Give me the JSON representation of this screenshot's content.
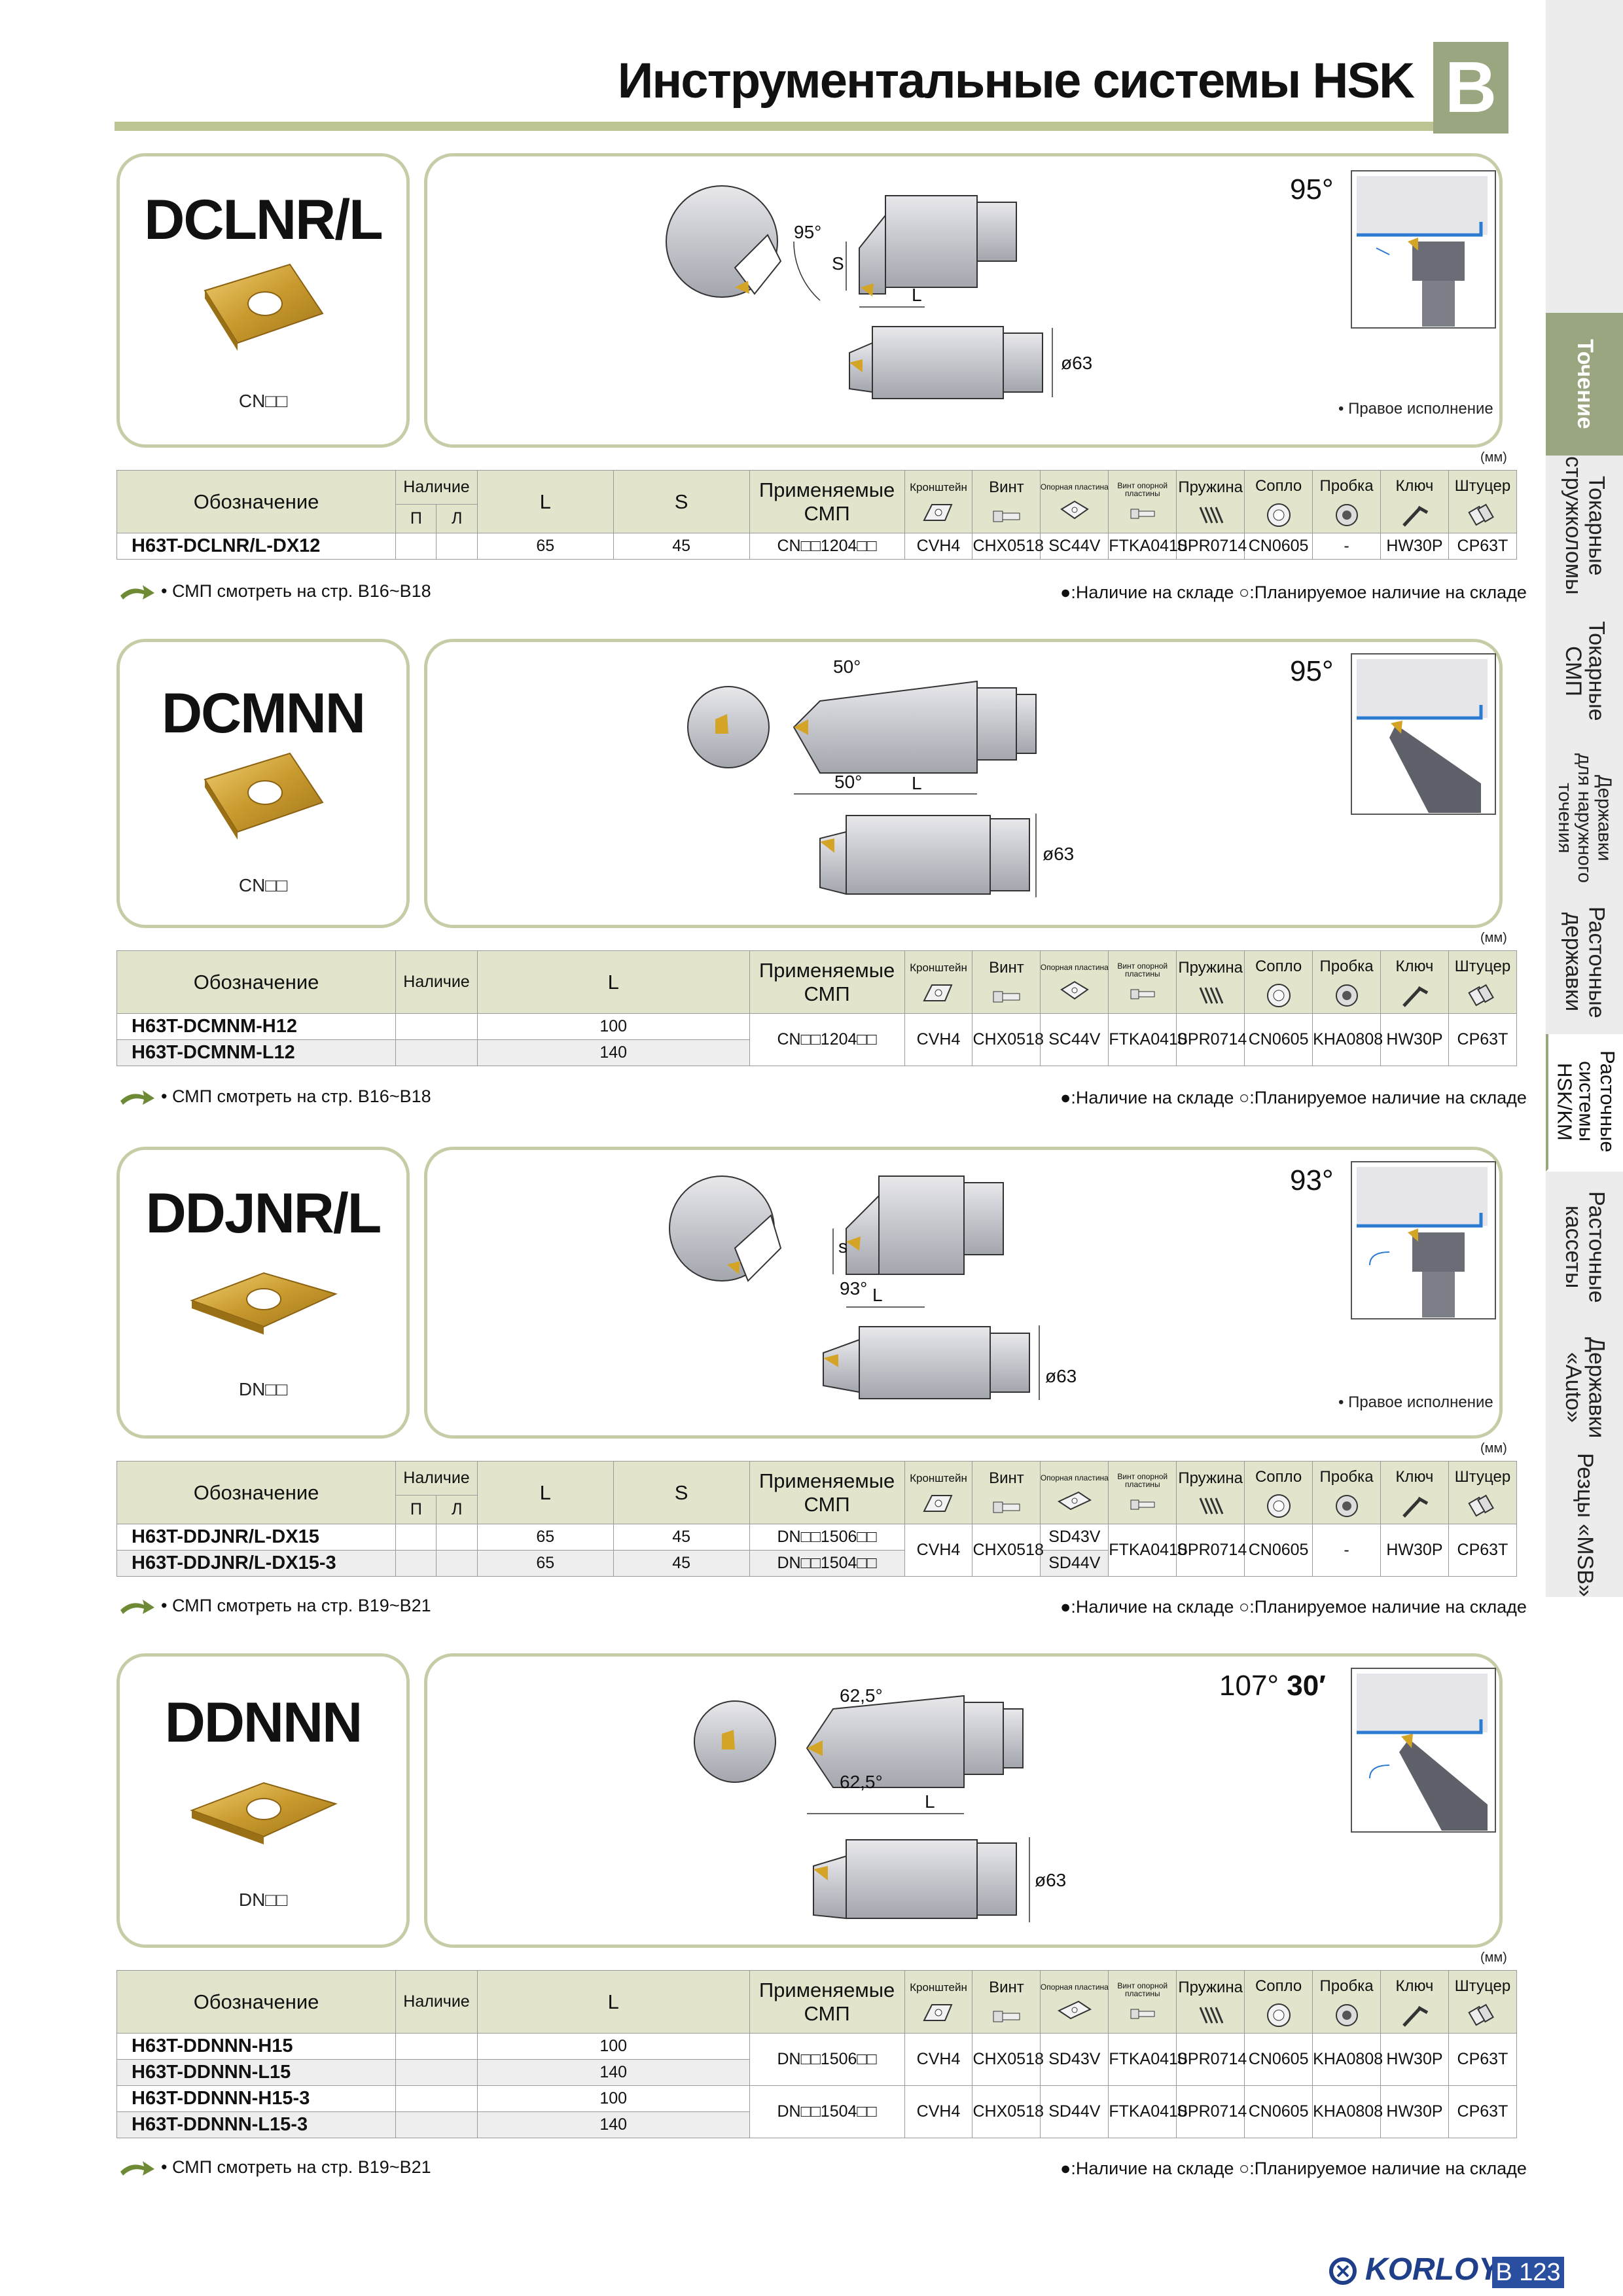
{
  "header": {
    "title": "Инструментальные системы HSK",
    "section_letter": "B"
  },
  "side_tabs": [
    {
      "label": "Точение",
      "active": true
    },
    {
      "label": "Токарные\nстружколомы"
    },
    {
      "label": "Токарные\nСМП"
    },
    {
      "label": "Державки\nдля наружного\nточения"
    },
    {
      "label": "Расточные\nдержавки"
    },
    {
      "label": "Расточные\nсистемы\nHSK/KM",
      "current": true
    },
    {
      "label": "Расточные\nкассеты"
    },
    {
      "label": "Державки\n«Auto»"
    },
    {
      "label": "Резцы «MSB»"
    }
  ],
  "common": {
    "unit": "(мм)",
    "rh_note": "• Правое исполнение",
    "legend": ":Наличие на складе  :Планируемое наличие на складе",
    "legend_part1": ":Наличие на складе ",
    "legend_part2": ":Планируемое наличие на складе",
    "diameter": "ø63",
    "dim_L": "L",
    "dim_S": "S",
    "dim_s": "s",
    "h_designation": "Обозначение",
    "h_availability": "Наличие",
    "h_avail_P": "П",
    "h_avail_L": "Л",
    "h_L": "L",
    "h_S": "S",
    "h_inserts": "Применяемые СМП",
    "parts": {
      "bracket": "Кронштейн",
      "screw": "Винт",
      "shim": "Опорная пластина",
      "shim_screw": "Винт опорной пластины",
      "spring": "Пружина",
      "nozzle": "Сопло",
      "plug": "Пробка",
      "key": "Ключ",
      "fitting": "Штуцер"
    }
  },
  "sections": [
    {
      "code": "DCLNR/L",
      "insert": "CN□□",
      "angle": "95°",
      "dim_angle": "95°",
      "note": "• СМП смотреть на стр. B16~B18",
      "rows": [
        {
          "designation": "H63T-DCLNR/L-DX12",
          "L": "65",
          "S": "45",
          "insert": "CN□□1204□□",
          "bracket": "CVH4",
          "screw": "CHX0518",
          "shim": "SC44V",
          "shim_screw": "FTKA0410",
          "spring": "SPR0714",
          "nozzle": "CN0605",
          "plug": "-",
          "key": "HW30P",
          "fitting": "CP63T"
        }
      ]
    },
    {
      "code": "DCMNN",
      "insert": "CN□□",
      "angle": "95°",
      "dim_angle_top": "50°",
      "dim_angle_bottom": "50°",
      "note": "• СМП смотреть на стр. B16~B18",
      "rows": [
        {
          "designation": "H63T-DCMNM-H12",
          "L": "100"
        },
        {
          "designation": "H63T-DCMNM-L12",
          "L": "140"
        }
      ],
      "shared": {
        "insert": "CN□□1204□□",
        "bracket": "CVH4",
        "screw": "CHX0518",
        "shim": "SC44V",
        "shim_screw": "FTKA0410",
        "spring": "SPR0714",
        "nozzle": "CN0605",
        "plug": "KHA0808",
        "key": "HW30P",
        "fitting": "CP63T"
      }
    },
    {
      "code": "DDJNR/L",
      "insert": "DN□□",
      "angle": "93°",
      "dim_angle": "93°",
      "note": "• СМП смотреть на стр. B19~B21",
      "rows": [
        {
          "designation": "H63T-DDJNR/L-DX15",
          "L": "65",
          "S": "45",
          "insert": "DN□□1506□□",
          "shim": "SD43V"
        },
        {
          "designation": "H63T-DDJNR/L-DX15-3",
          "L": "65",
          "S": "45",
          "insert": "DN□□1504□□",
          "shim": "SD44V"
        }
      ],
      "shared": {
        "bracket": "CVH4",
        "screw": "CHX0518",
        "shim_screw": "FTKA0410",
        "spring": "SPR0714",
        "nozzle": "CN0605",
        "plug": "-",
        "key": "HW30P",
        "fitting": "CP63T"
      }
    },
    {
      "code": "DDNNN",
      "insert": "DN□□",
      "angle_deg": "107°",
      "angle_min": "30′",
      "dim_angle_top": "62,5°",
      "dim_angle_bottom": "62,5°",
      "note": "• СМП смотреть на стр. B19~B21",
      "rows": [
        {
          "designation": "H63T-DDNNN-H15",
          "L": "100"
        },
        {
          "designation": "H63T-DDNNN-L15",
          "L": "140"
        },
        {
          "designation": "H63T-DDNNN-H15-3",
          "L": "100"
        },
        {
          "designation": "H63T-DDNNN-L15-3",
          "L": "140"
        }
      ],
      "groups": [
        {
          "insert": "DN□□1506□□",
          "bracket": "CVH4",
          "screw": "CHX0518",
          "shim": "SD43V",
          "shim_screw": "FTKA0410",
          "spring": "SPR0714",
          "nozzle": "CN0605",
          "plug": "KHA0808",
          "key": "HW30P",
          "fitting": "CP63T"
        },
        {
          "insert": "DN□□1504□□",
          "bracket": "CVH4",
          "screw": "CHX0518",
          "shim": "SD44V",
          "shim_screw": "FTKA0410",
          "spring": "SPR0714",
          "nozzle": "CN0605",
          "plug": "KHA0808",
          "key": "HW30P",
          "fitting": "CP63T"
        }
      ]
    }
  ],
  "footer": {
    "brand": "KORLOY",
    "page": "B 123"
  },
  "colors": {
    "accent": "#9aa67f",
    "rule": "#bcc493",
    "box_border": "#c6cda6",
    "table_header": "#e2e4cc",
    "brand_blue": "#2a4ea0",
    "insert_gold": "#c99a2e"
  }
}
